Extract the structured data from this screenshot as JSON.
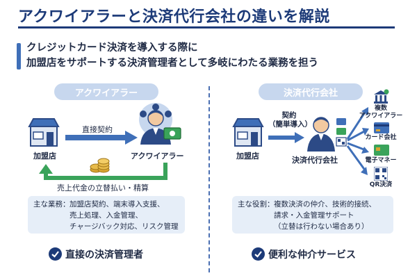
{
  "title": "アクワイアラーと決済代行会社の違いを解説",
  "subtitle": {
    "line1": "クレジットカード決済を導入する際に",
    "line2": "加盟店をサポートする決済管理者として多岐にわたる業務を担う"
  },
  "left": {
    "header": "アクワイアラー",
    "store_label": "加盟店",
    "acquirer_label": "アクワイアラー",
    "direct_contract": "直接契約",
    "settlement": "売上代金の立替払い・精算",
    "duties_label": "主な業務：",
    "duties": [
      "加盟店契約、端末導入支援、",
      "売上処理、入金管理、",
      "チャージバック対応、リスク管理"
    ],
    "footer": "直接の決済管理者"
  },
  "right": {
    "header": "決済代行会社",
    "store_label": "加盟店",
    "psp_label": "決済代行会社",
    "contract_line1": "契約",
    "contract_line2": "（簡単導入）",
    "services": [
      {
        "name": "複数\nアクワイアラー",
        "icon": "bank-gear-icon"
      },
      {
        "name": "カード会社",
        "icon": "credit-card-icon"
      },
      {
        "name": "電子マネー",
        "icon": "ic-card-icon"
      },
      {
        "name": "QR決済",
        "icon": "qr-code-icon"
      }
    ],
    "roles_label": "主な役割：",
    "roles": [
      "複数決済の仲介、技術的接続、",
      "請求・入金管理サポート",
      "（立替は行わない場合あり）"
    ],
    "footer": "便利な仲介サービス"
  },
  "colors": {
    "navy": "#1c3a78",
    "blue": "#3f6fb8",
    "green": "#3aa35a",
    "gold": "#d9a531",
    "light": "#e6eef8",
    "pill": "#c7d7ee"
  }
}
